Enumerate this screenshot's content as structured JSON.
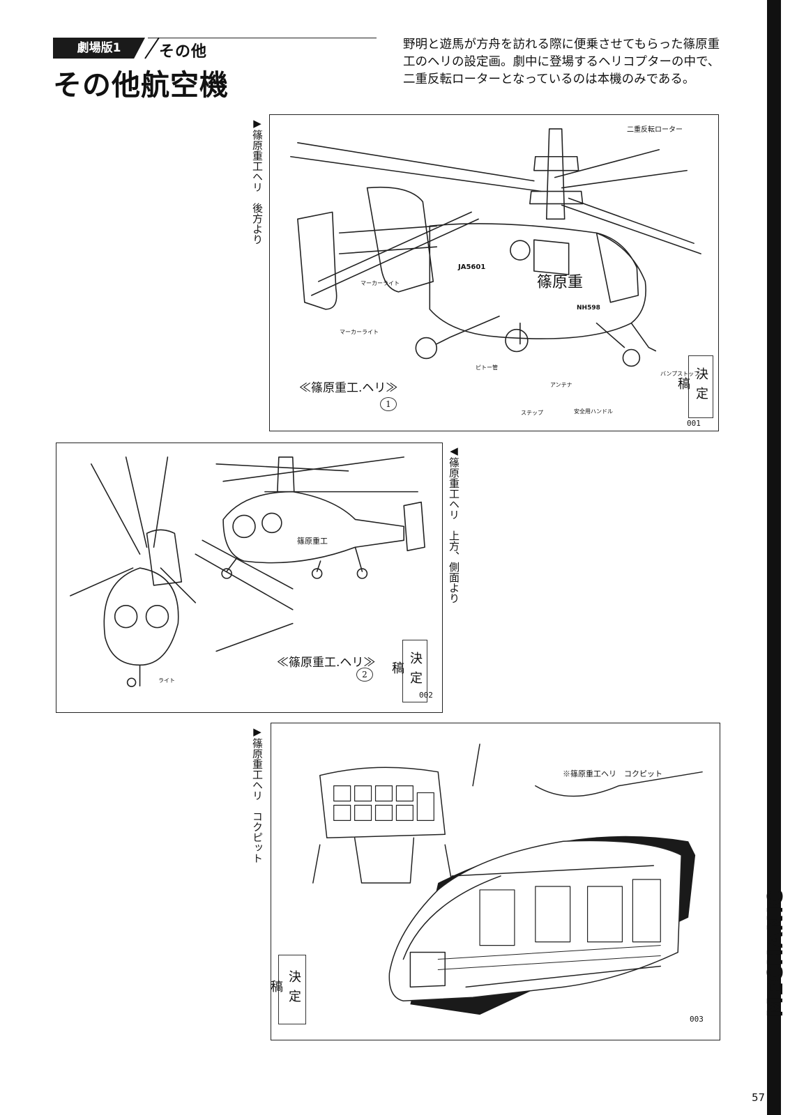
{
  "header": {
    "category": "劇場版1",
    "subtitle": "その他",
    "title": "その他航空機",
    "description": "野明と遊馬が方舟を訪れる際に便乗させてもらった篠原重工のヘリの設定画。劇中に登場するヘリコプターの中で、二重反転ローターとなっているのは本機のみである。"
  },
  "panels": [
    {
      "caption": "▶篠原重工ヘリ　後方より",
      "stamp": "決定稿",
      "number": "001",
      "signature": "≪篠原重工.ヘリ≫",
      "sheet_no": "1",
      "notes": [
        "二重反転ローター",
        "JA5601",
        "篠原重",
        "NH598",
        "マーカーライト",
        "マーカーライト",
        "ピトー管",
        "バンプストップ",
        "アンテナ",
        "ステップ",
        "安全用ハンドル"
      ]
    },
    {
      "caption": "◀篠原重工ヘリ　上方、側面より",
      "stamp": "決定稿",
      "number": "002",
      "signature": "≪篠原重工.ヘリ≫",
      "sheet_no": "2",
      "notes": [
        "ライト",
        "篠原重工"
      ]
    },
    {
      "caption": "▶篠原重工ヘリ　コクピット",
      "stamp": "決定稿",
      "number": "003",
      "signature": "※篠原重工ヘリ　コクピット",
      "notes": []
    }
  ],
  "sidebar": {
    "label": "MECHANIC"
  },
  "page_number": "57"
}
